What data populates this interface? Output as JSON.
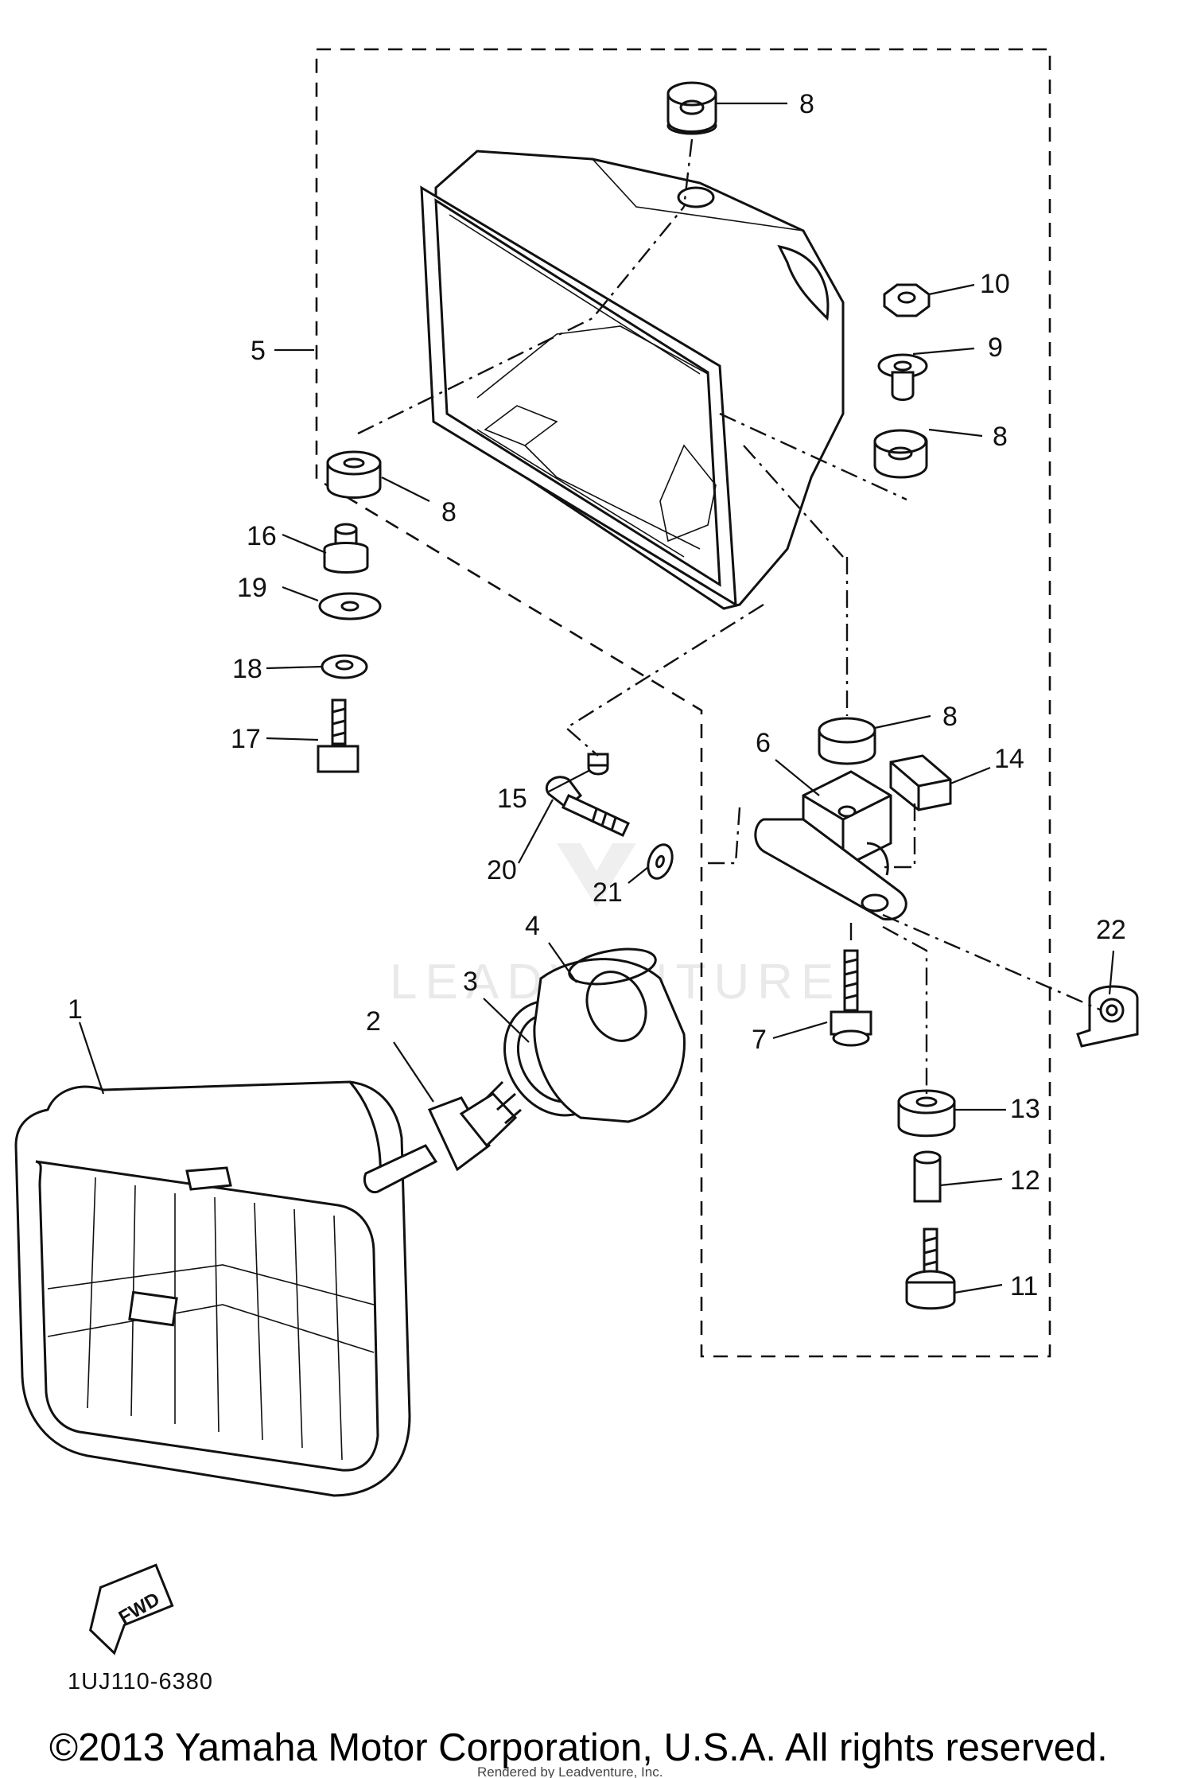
{
  "callouts": [
    {
      "id": "1",
      "label": "1"
    },
    {
      "id": "2",
      "label": "2"
    },
    {
      "id": "3",
      "label": "3"
    },
    {
      "id": "4",
      "label": "4"
    },
    {
      "id": "5",
      "label": "5"
    },
    {
      "id": "6",
      "label": "6"
    },
    {
      "id": "7",
      "label": "7"
    },
    {
      "id": "8a",
      "label": "8"
    },
    {
      "id": "8b",
      "label": "8"
    },
    {
      "id": "8c",
      "label": "8"
    },
    {
      "id": "8d",
      "label": "8"
    },
    {
      "id": "9",
      "label": "9"
    },
    {
      "id": "10",
      "label": "10"
    },
    {
      "id": "11",
      "label": "11"
    },
    {
      "id": "12",
      "label": "12"
    },
    {
      "id": "13",
      "label": "13"
    },
    {
      "id": "14",
      "label": "14"
    },
    {
      "id": "15",
      "label": "15"
    },
    {
      "id": "16",
      "label": "16"
    },
    {
      "id": "17",
      "label": "17"
    },
    {
      "id": "18",
      "label": "18"
    },
    {
      "id": "19",
      "label": "19"
    },
    {
      "id": "20",
      "label": "20"
    },
    {
      "id": "21",
      "label": "21"
    },
    {
      "id": "22",
      "label": "22"
    }
  ],
  "fwd_label": "FWD",
  "diagram_code": "1UJ110-6380",
  "watermark": "LEADVENTURE",
  "credit_text": "Rendered by Leadventure, Inc.",
  "copyright": "©2013 Yamaha Motor Corporation, U.S.A. All rights reserved."
}
